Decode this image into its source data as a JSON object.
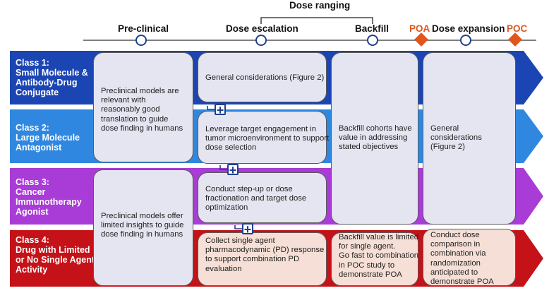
{
  "header": {
    "dose_ranging": "Dose ranging",
    "phases": {
      "preclinical": "Pre-clinical",
      "dose_escalation": "Dose escalation",
      "backfill": "Backfill",
      "poa": "POA",
      "dose_expansion": "Dose expansion",
      "poc": "POC"
    }
  },
  "classes": {
    "c1": "Class 1:\nSmall Molecule &\nAntibody-Drug\nConjugate",
    "c2": "Class 2:\nLarge Molecule\nAntagonist",
    "c3": "Class 3:\nCancer\nImmunotherapy\nAgonist",
    "c4": "Class 4:\nDrug with Limited\nor No Single Agent\nActivity"
  },
  "cells": {
    "preclinical_top": "Preclinical models are\nrelevant with\nreasonably good\ntranslation to guide\ndose finding in humans",
    "preclinical_bottom": "Preclinical models offer\nlimited insights to guide\ndose finding in humans",
    "esc_c1": "General considerations (Figure 2)",
    "esc_c2": "Leverage target engagement in\ntumor microenvironment to support\ndose selection",
    "esc_c3": "Conduct step-up or dose\nfractionation and target dose\noptimization",
    "esc_c4": "Collect single agent\npharmacodynamic (PD) response\nto support combination PD\nevaluation",
    "backfill_top": "Backfill cohorts have\nvalue in addressing\nstated objectives",
    "backfill_c4": "Backfill value is limited\nfor single agent.\nGo fast to combination\nin POC study to\ndemonstrate POA",
    "expansion_top": "General\nconsiderations\n(Figure 2)",
    "expansion_c4": "Conduct dose\ncomparison in\ncombination via\nrandomization\nanticipated to\ndemonstrate POA"
  },
  "colors": {
    "class1": "#1c45b4",
    "class2": "#2f87e0",
    "class3": "#a93bd6",
    "class4": "#c41218",
    "milestone": "#e0561d"
  }
}
